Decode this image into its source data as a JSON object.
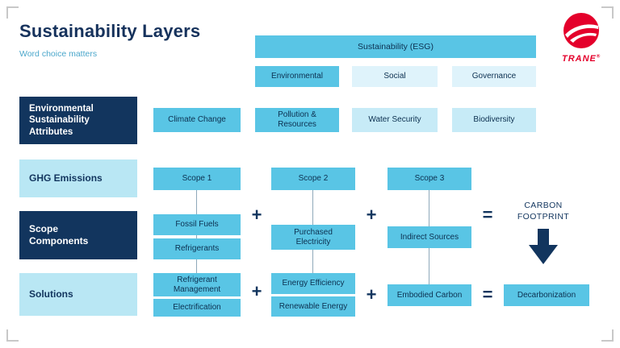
{
  "slide": {
    "title": "Sustainability Layers",
    "subtitle": "Word choice matters"
  },
  "brand": {
    "name": "TRANE",
    "registered": "®"
  },
  "esg": {
    "header": "Sustainability (ESG)",
    "pillars": [
      "Environmental",
      "Social",
      "Governance"
    ]
  },
  "attributes_row": {
    "label": "Environmental Sustainability Attributes",
    "items": [
      "Climate Change",
      "Pollution & Resources",
      "Water Security",
      "Biodiversity"
    ]
  },
  "ghg_row": {
    "label": "GHG Emissions",
    "scopes": [
      "Scope 1",
      "Scope 2",
      "Scope 3"
    ]
  },
  "components_row": {
    "label": "Scope Components",
    "scope1_items": [
      "Fossil Fuels",
      "Refrigerants"
    ],
    "scope2_items": [
      "Purchased Electricity"
    ],
    "scope3_items": [
      "Indirect Sources"
    ],
    "plus": "+",
    "equals": "=",
    "result_line1": "CARBON",
    "result_line2": "FOOTPRINT"
  },
  "solutions_row": {
    "label": "Solutions",
    "scope1_items": [
      "Refrigerant Management",
      "Electrification"
    ],
    "scope2_items": [
      "Energy Efficiency",
      "Renewable Energy"
    ],
    "scope3_items": [
      "Embodied Carbon"
    ],
    "plus": "+",
    "equals": "=",
    "result": "Decarbonization"
  },
  "colors": {
    "navy": "#12355E",
    "medium_cyan": "#59C5E5",
    "light_cyan": "#C7EBF7",
    "pale_cyan": "#DFF3FB",
    "label_cyan": "#B9E7F4",
    "brand_red": "#E4002B",
    "connector_gray": "#8FA9BA"
  }
}
